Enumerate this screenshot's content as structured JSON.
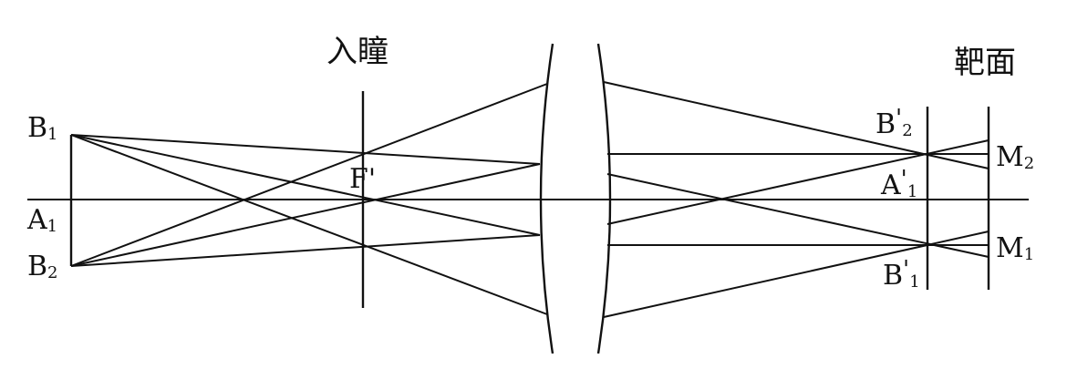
{
  "labels": {
    "entrance_pupil": "入瞳",
    "target_plane": "靶面",
    "B1": {
      "letter": "B",
      "sub": "1"
    },
    "A1": {
      "letter": "A",
      "sub": "1"
    },
    "B2": {
      "letter": "B",
      "sub": "2"
    },
    "F_prime": "F'",
    "B_prime_2": {
      "letter": "B",
      "prime": "'",
      "sub": "2"
    },
    "A_prime_1": {
      "letter": "A",
      "prime": "'",
      "sub": "1"
    },
    "B_prime_1": {
      "letter": "B",
      "prime": "'",
      "sub": "1"
    },
    "M2": {
      "letter": "M",
      "sub": "2"
    },
    "M1": {
      "letter": "M",
      "sub": "1"
    }
  }
}
